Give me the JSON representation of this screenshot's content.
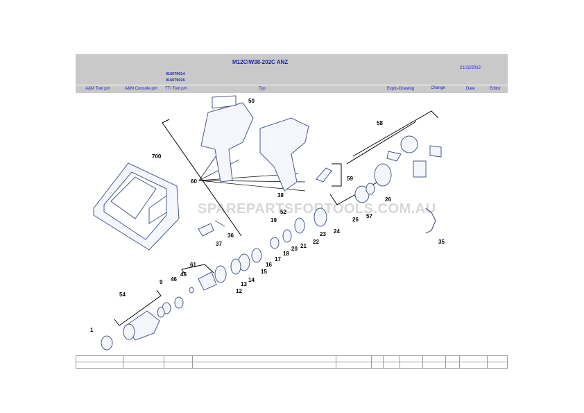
{
  "header": {
    "title": "M12CIW38-202C ANZ",
    "date": "21/12/2012",
    "part_numbers": [
      "016079014",
      "016079015"
    ],
    "columns": [
      "A&M Tool p/n",
      "A&M Console p/n",
      "TTI Tool p/n",
      "Typ",
      "Explo-Drawing",
      "Change",
      "Date",
      "Editor"
    ]
  },
  "watermark": "SPAREPARTSFORTOOLS.COM.AU",
  "callouts": {
    "c50": "50",
    "c700": "700",
    "c60": "60",
    "c38": "38",
    "c58": "58",
    "c59": "59",
    "c26a": "26",
    "c26b": "26",
    "c57": "57",
    "c24": "24",
    "c23": "23",
    "c22": "22",
    "c52": "52",
    "c19": "19",
    "c21": "21",
    "c20": "20",
    "c18": "18",
    "c17": "17",
    "c16": "16",
    "c15": "15",
    "c14": "14",
    "c13": "13",
    "c12": "12",
    "c61": "61",
    "c45": "45",
    "c46": "46",
    "c9": "9",
    "c54": "54",
    "c1": "1",
    "c36": "36",
    "c37": "37",
    "c35": "35"
  }
}
